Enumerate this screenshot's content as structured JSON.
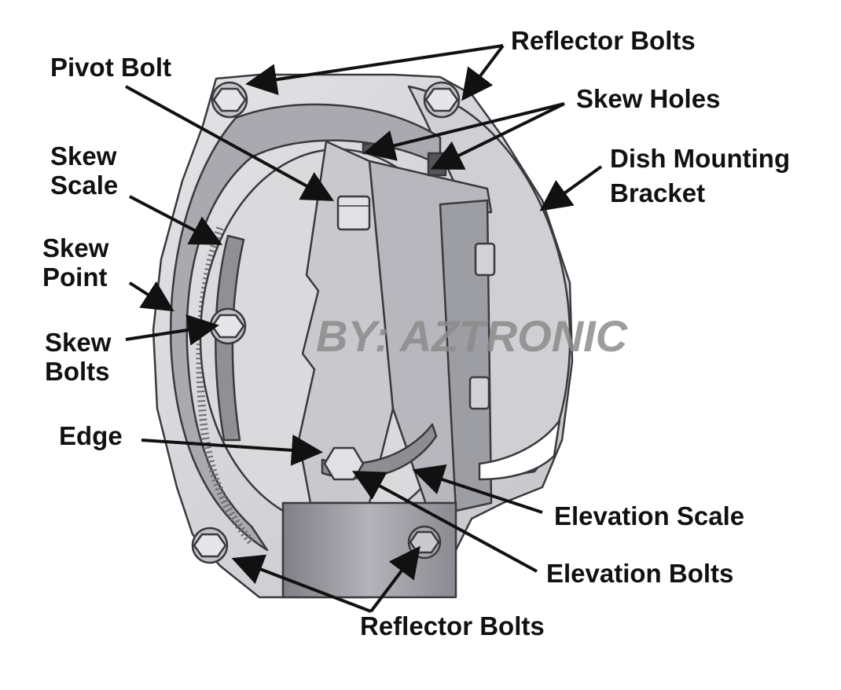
{
  "labels": {
    "reflector_bolts_top": "Reflector Bolts",
    "pivot_bolt": "Pivot Bolt",
    "skew_holes": "Skew Holes",
    "dish_mounting_bracket_1": "Dish Mounting",
    "dish_mounting_bracket_2": "Bracket",
    "skew_scale_1": "Skew",
    "skew_scale_2": "Scale",
    "skew_point_1": "Skew",
    "skew_point_2": "Point",
    "skew_bolts_1": "Skew",
    "skew_bolts_2": "Bolts",
    "edge": "Edge",
    "elevation_scale": "Elevation Scale",
    "elevation_bolts": "Elevation Bolts",
    "reflector_bolts_bottom": "Reflector Bolts"
  },
  "watermark": "BY: AZTRONIC",
  "colors": {
    "plate_light": "#d9d9dc",
    "plate_mid": "#bdbdc2",
    "plate_dark": "#8f8f96",
    "outline": "#3a3a3e",
    "text": "#111111"
  }
}
